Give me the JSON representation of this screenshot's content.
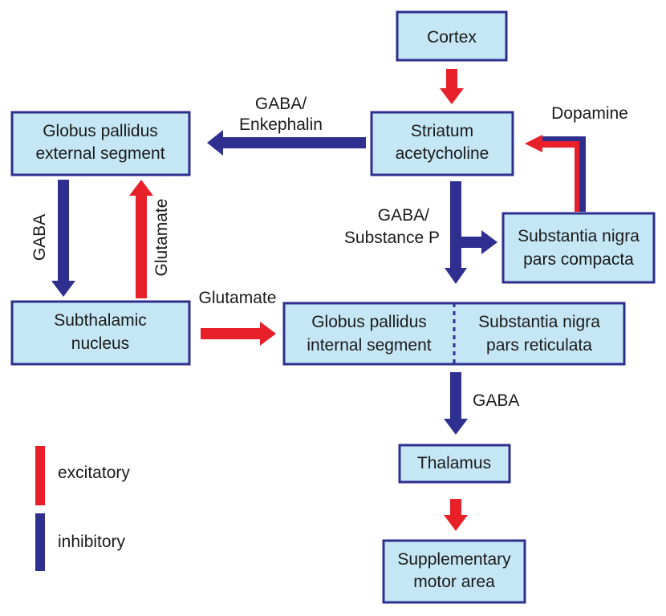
{
  "colors": {
    "box_fill": "#c5e6f4",
    "box_border": "#2e2f8f",
    "excitatory": "#e8202a",
    "inhibitory": "#2e2f8f"
  },
  "nodes": {
    "cortex": "Cortex",
    "striatum": [
      "Striatum",
      "acetycholine"
    ],
    "gpe": [
      "Globus pallidus",
      "external segment"
    ],
    "snc": [
      "Substantia nigra",
      "pars compacta"
    ],
    "stn": [
      "Subthalamic",
      "nucleus"
    ],
    "gpi": [
      "Globus pallidus",
      "internal segment"
    ],
    "snr": [
      "Substantia nigra",
      "pars reticulata"
    ],
    "thalamus": "Thalamus",
    "sma": [
      "Supplementary",
      "motor area"
    ]
  },
  "labels": {
    "gaba_enkephalin": [
      "GABA/",
      "Enkephalin"
    ],
    "dopamine": "Dopamine",
    "gaba_substance_p": [
      "GABA/",
      "Substance P"
    ],
    "gaba_gpe_stn": "GABA",
    "glutamate_stn_gpe": "Glutamate",
    "glutamate_stn_gpi": "Glutamate",
    "gaba_gpi_thalamus": "GABA"
  },
  "legend": {
    "excitatory": "excitatory",
    "inhibitory": "inhibitory"
  }
}
